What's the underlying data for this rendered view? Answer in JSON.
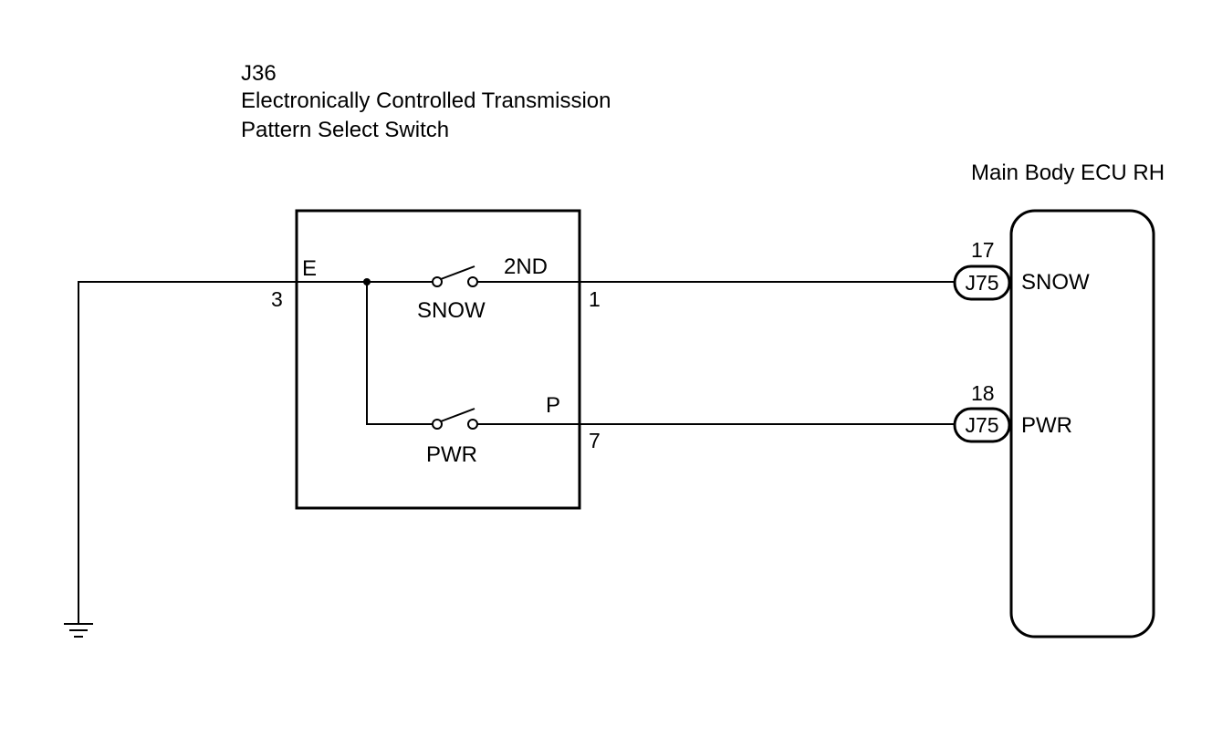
{
  "component_left": {
    "code": "J36",
    "name_line1": "Electronically Controlled Transmission",
    "name_line2": "Pattern Select Switch",
    "terminal_e": "E",
    "pin_e": "3",
    "switch_snow_label": "SNOW",
    "switch_snow_terminal": "2ND",
    "switch_snow_pin": "1",
    "switch_pwr_label": "PWR",
    "switch_pwr_terminal": "P",
    "switch_pwr_pin": "7"
  },
  "component_right": {
    "title": "Main Body ECU RH",
    "snow_pin": "17",
    "snow_connector": "J75",
    "snow_label": "SNOW",
    "pwr_pin": "18",
    "pwr_connector": "J75",
    "pwr_label": "PWR"
  }
}
